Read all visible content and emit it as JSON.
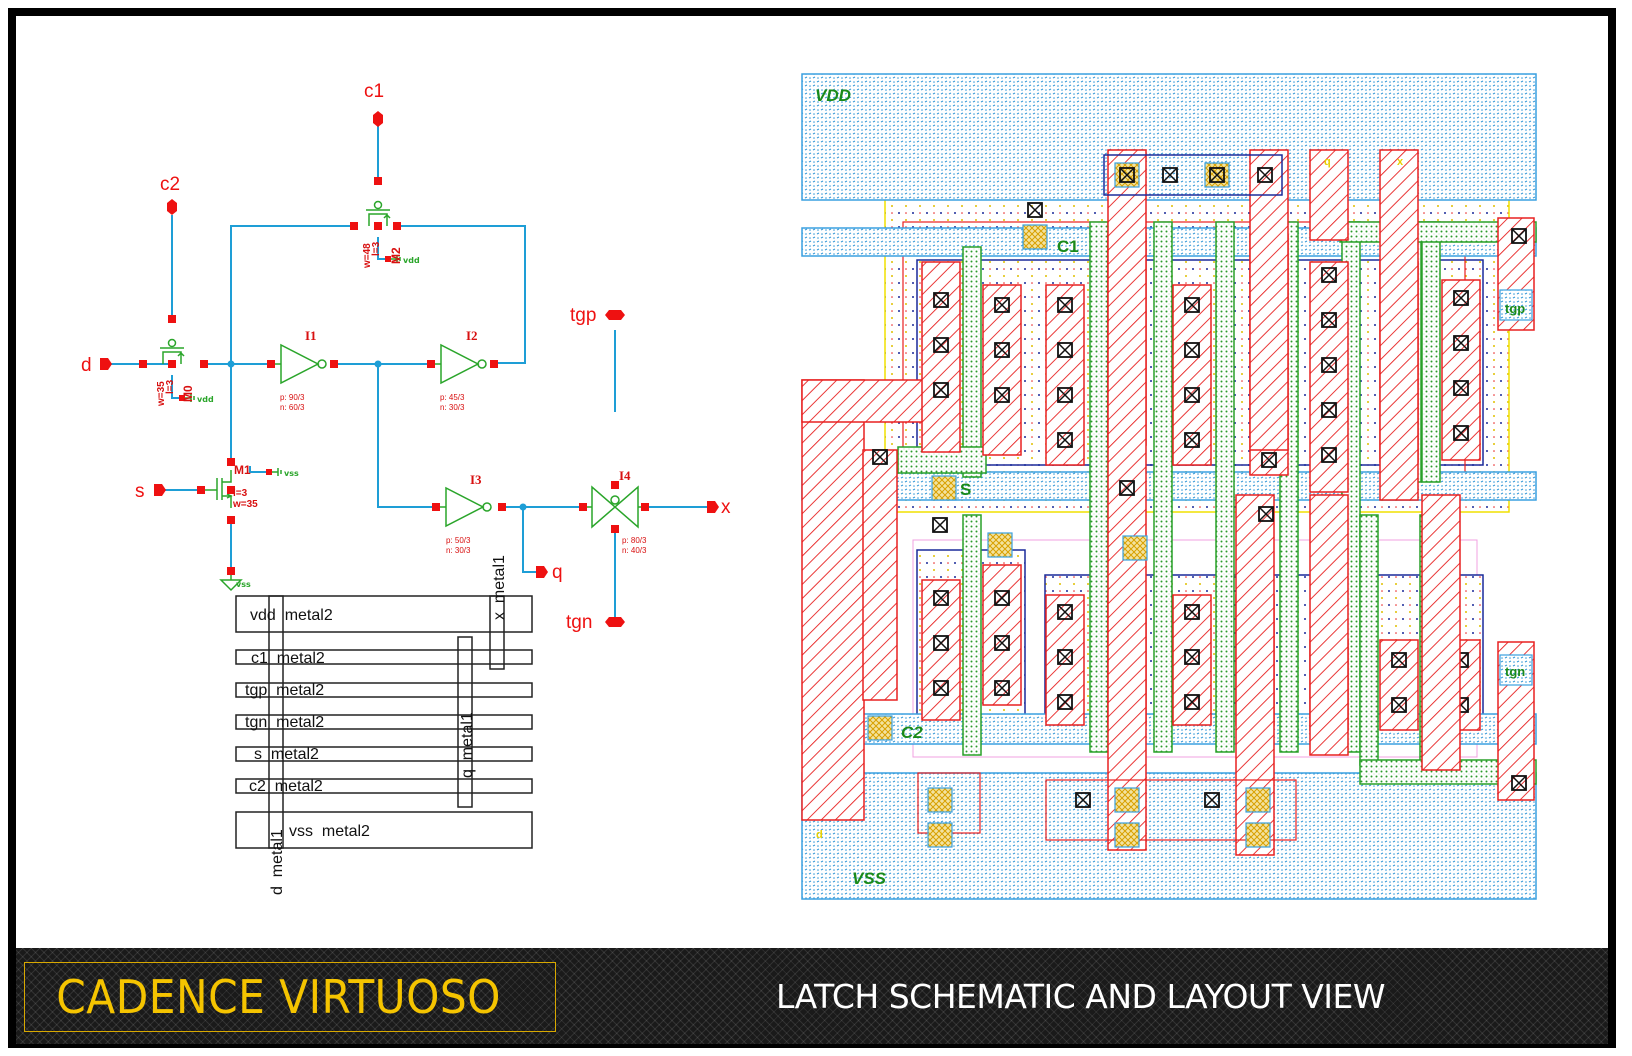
{
  "banner": {
    "brand": "CADENCE VIRTUOSO",
    "caption": "LATCH SCHEMATIC AND LAYOUT VIEW",
    "brand_color": "#f5c400",
    "caption_color": "#ffffff"
  },
  "schematic": {
    "wire_color": "#1e9ed6",
    "pin_color": "#ee1111",
    "device_color": "#2aa52a",
    "ports": {
      "d": "d",
      "s": "s",
      "c1": "c1",
      "c2": "c2",
      "q": "q",
      "x": "x",
      "tgp": "tgp",
      "tgn": "tgn"
    },
    "transistors": [
      {
        "name": "M0",
        "w": "w=35",
        "l": "l=3",
        "bulk": "vdd"
      },
      {
        "name": "M1",
        "w": "w=35",
        "l": "l=3",
        "bulk": "vss"
      },
      {
        "name": "M2",
        "w": "w=48",
        "l": "l=3",
        "bulk": "vdd"
      }
    ],
    "instances": [
      {
        "name": "I1",
        "p": "p: 90/3",
        "n": "n: 60/3"
      },
      {
        "name": "I2",
        "p": "p: 45/3",
        "n": "n: 30/3"
      },
      {
        "name": "I3",
        "p": "p: 50/3",
        "n": "n: 30/3"
      },
      {
        "name": "I4",
        "p": "p: 80/3",
        "n": "n: 40/3"
      }
    ],
    "ground_label": "vss"
  },
  "stick_diagram": {
    "rails": [
      {
        "net": "vdd",
        "label": "vdd  metal2"
      },
      {
        "net": "c1",
        "label": "c1  metal2"
      },
      {
        "net": "tgp",
        "label": "tgp  metal2"
      },
      {
        "net": "tgn",
        "label": "tgn  metal2"
      },
      {
        "net": "s",
        "label": "s  metal2"
      },
      {
        "net": "c2",
        "label": "c2  metal2"
      },
      {
        "net": "vss",
        "label": "vss  metal2"
      }
    ],
    "columns": [
      {
        "net": "d",
        "label": "d  metal1"
      },
      {
        "net": "q",
        "label": "q  metal1"
      },
      {
        "net": "x",
        "label": "x  metal1"
      }
    ]
  },
  "layout": {
    "labels": {
      "vdd": "VDD",
      "vss": "VSS",
      "c1": "C1",
      "c2": "C2",
      "s": "S",
      "tgp": "tgp",
      "tgn": "tgn",
      "d": "d",
      "q": "q",
      "x": "x"
    },
    "colors": {
      "metal1": "#3aa0e0",
      "poly": "#e82020",
      "active": "#28a028",
      "nwell": "#f0e000",
      "select": "#f0a0e0",
      "contact": "#000000",
      "label": "#1a8a1a"
    }
  }
}
